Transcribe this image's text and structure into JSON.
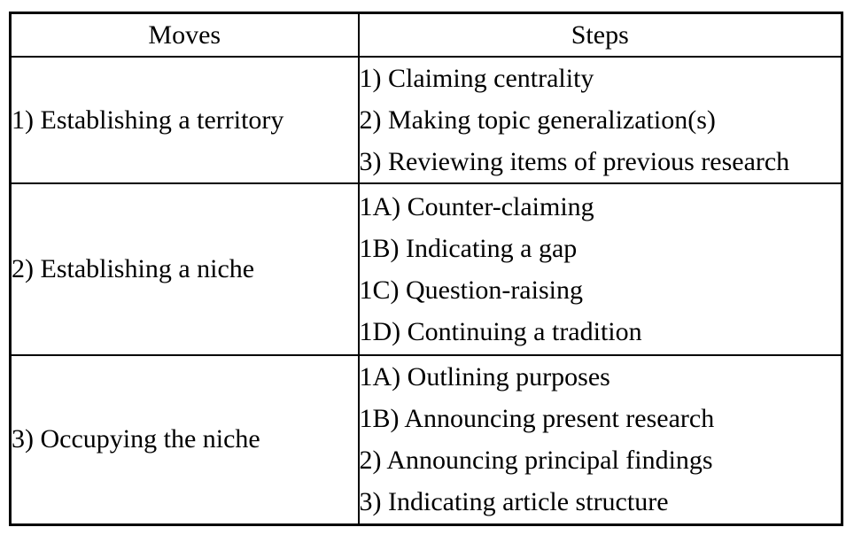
{
  "table": {
    "columns": [
      {
        "label": "Moves"
      },
      {
        "label": "Steps"
      }
    ],
    "rows": [
      {
        "move": "1) Establishing a territory",
        "steps": [
          "1) Claiming centrality",
          "2) Making topic generalization(s)",
          "3) Reviewing items of previous research"
        ]
      },
      {
        "move": "2) Establishing a niche",
        "steps": [
          "1A) Counter-claiming",
          "1B) Indicating a gap",
          "1C) Question-raising",
          "1D) Continuing a tradition"
        ]
      },
      {
        "move": "3) Occupying the niche",
        "steps": [
          "1A) Outlining purposes",
          "1B) Announcing present research",
          "2) Announcing principal findings",
          "3) Indicating article structure"
        ]
      }
    ]
  },
  "colors": {
    "border": "#000000",
    "text": "#000000",
    "background": "#ffffff"
  }
}
